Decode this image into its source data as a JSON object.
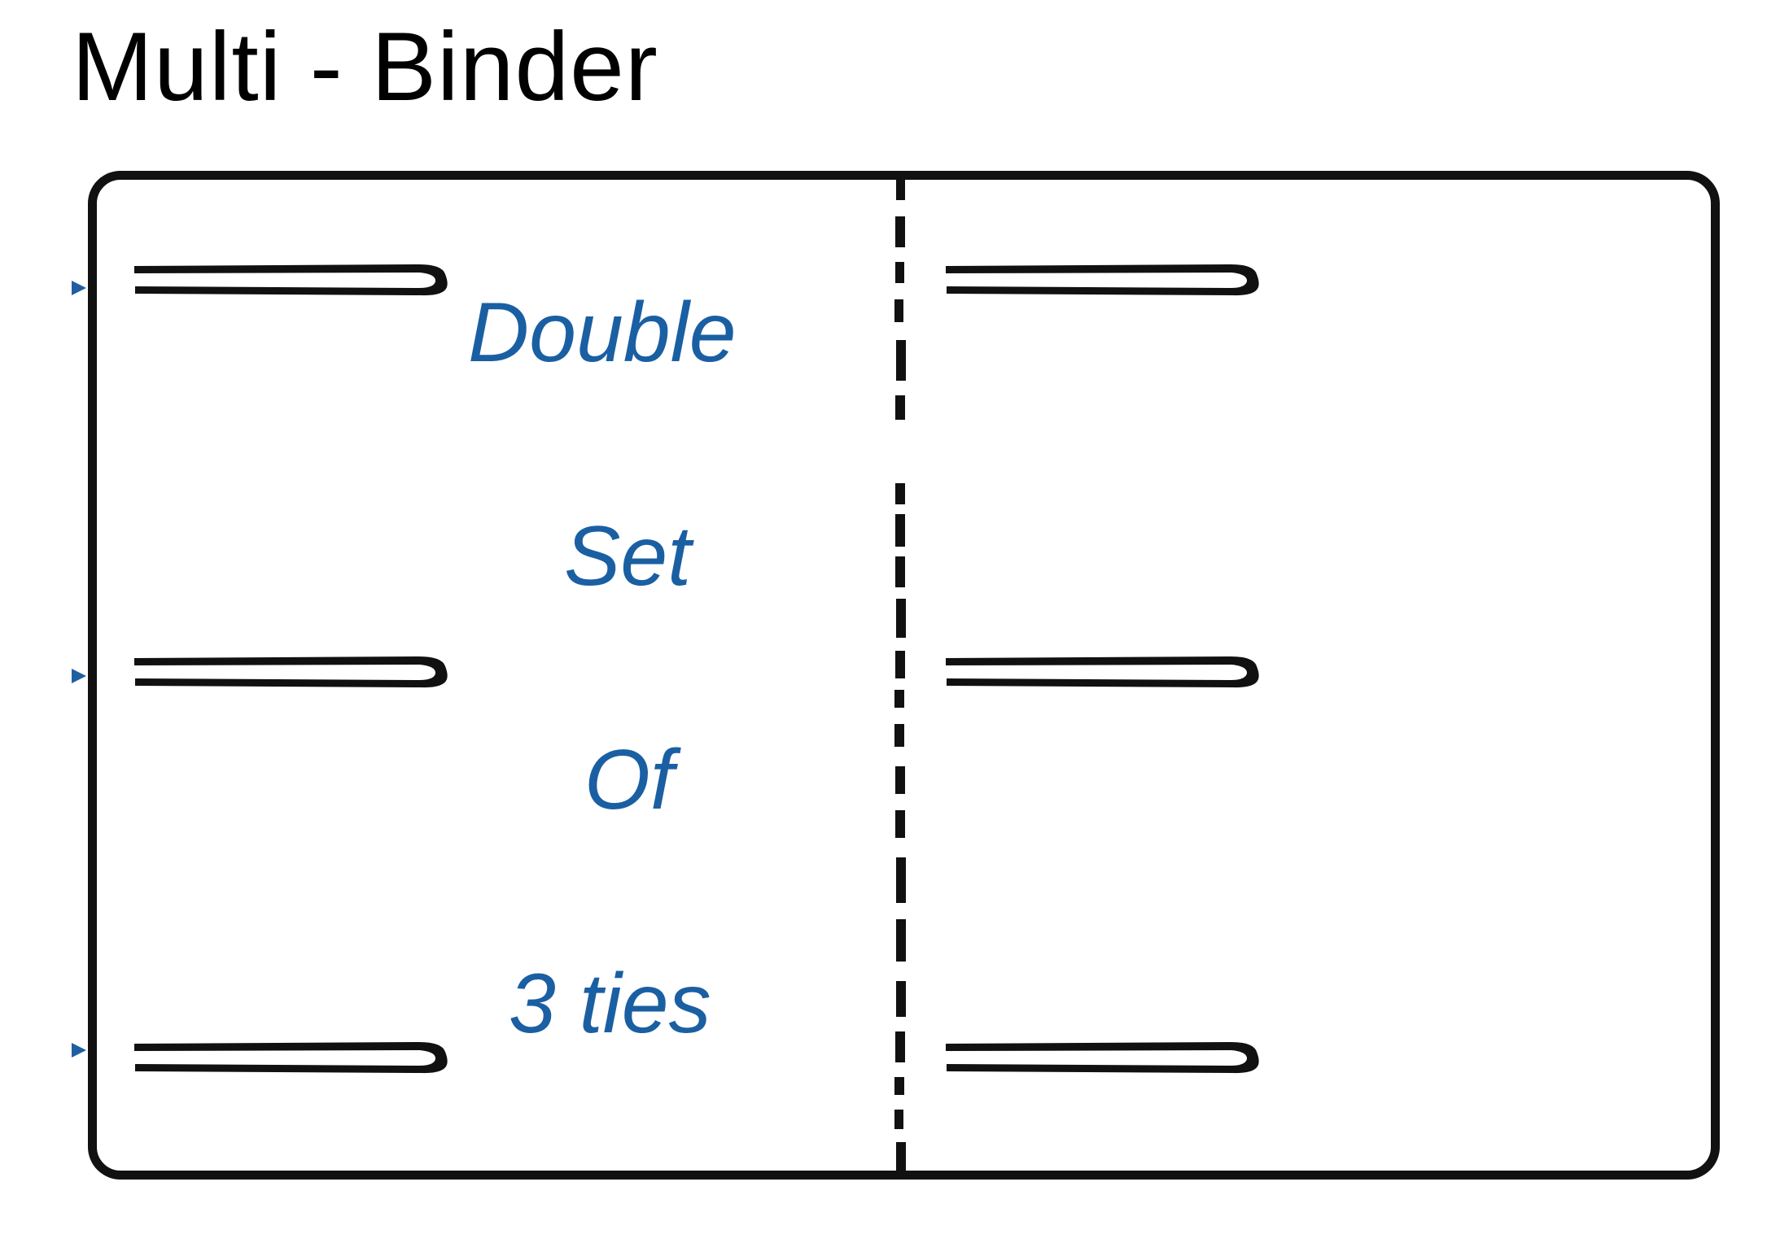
{
  "title": "Multi - Binder",
  "colors": {
    "ink": "#111111",
    "annotation_blue": "#1B5FA3",
    "marker_blue": "#1F5FA0",
    "background": "#FFFFFF"
  },
  "diagram": {
    "name": "multi-binder-tie-layout",
    "frame": {
      "shape": "rounded-rectangle",
      "style": "solid",
      "label": "binder sheet outline"
    },
    "divider": {
      "orientation": "vertical",
      "style": "dashed",
      "label": "center fold line"
    },
    "annotations": [
      {
        "id": "double",
        "text": "Double"
      },
      {
        "id": "set",
        "text": "Set"
      },
      {
        "id": "of",
        "text": "Of"
      },
      {
        "id": "ties",
        "text": "3 ties"
      }
    ],
    "tie_marks": {
      "description": "double parallel strokes joined at the outer end",
      "rows": 3,
      "columns": 2,
      "total": 6,
      "left_column": [
        {
          "id": "tie-left-1",
          "row": 1
        },
        {
          "id": "tie-left-2",
          "row": 2
        },
        {
          "id": "tie-left-3",
          "row": 3
        }
      ],
      "right_column": [
        {
          "id": "tie-right-1",
          "row": 1
        },
        {
          "id": "tie-right-2",
          "row": 2
        },
        {
          "id": "tie-right-3",
          "row": 3
        }
      ]
    },
    "edge_markers": [
      {
        "id": "edge-arrow-1",
        "icon": "triangle-right-icon",
        "row": 1
      },
      {
        "id": "edge-arrow-2",
        "icon": "triangle-right-icon",
        "row": 2
      },
      {
        "id": "edge-arrow-3",
        "icon": "triangle-right-icon",
        "row": 3
      }
    ]
  }
}
